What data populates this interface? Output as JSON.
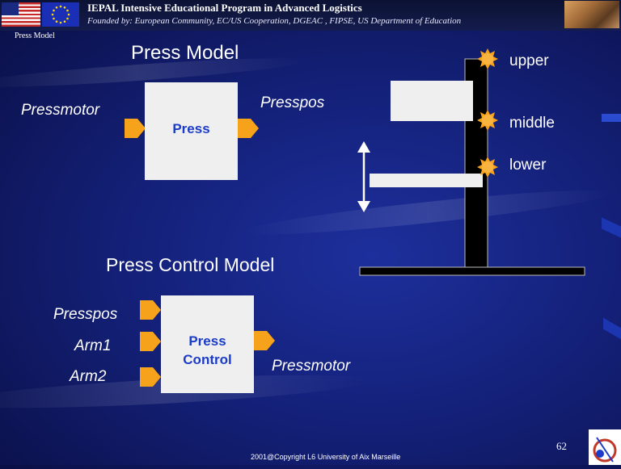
{
  "header": {
    "title": "IEPAL Intensive Educational Program in Advanced Logistics",
    "subtitle": "Founded by: European Community, EC/US Cooperation, DGEAC , FIPSE, US Department of Education"
  },
  "breadcrumb": "Press Model",
  "press_model": {
    "heading": "Press Model",
    "input_label": "Pressmotor",
    "box_label": "Press",
    "output_label": "Presspos"
  },
  "press_illustration": {
    "positions": [
      "upper",
      "middle",
      "lower"
    ]
  },
  "control_model": {
    "heading": "Press Control Model",
    "inputs": [
      "Presspos",
      "Arm1",
      "Arm2"
    ],
    "box_label_line1": "Press",
    "box_label_line2": "Control",
    "output_label": "Pressmotor"
  },
  "footer": {
    "slide_number": "62",
    "copyright": "2001@Copyright  L6 University of Aix Marseille"
  },
  "colors": {
    "arrow": "#f7a21b",
    "box": "#efefef",
    "box_text": "#1b3cc8",
    "background": "#14217a"
  }
}
